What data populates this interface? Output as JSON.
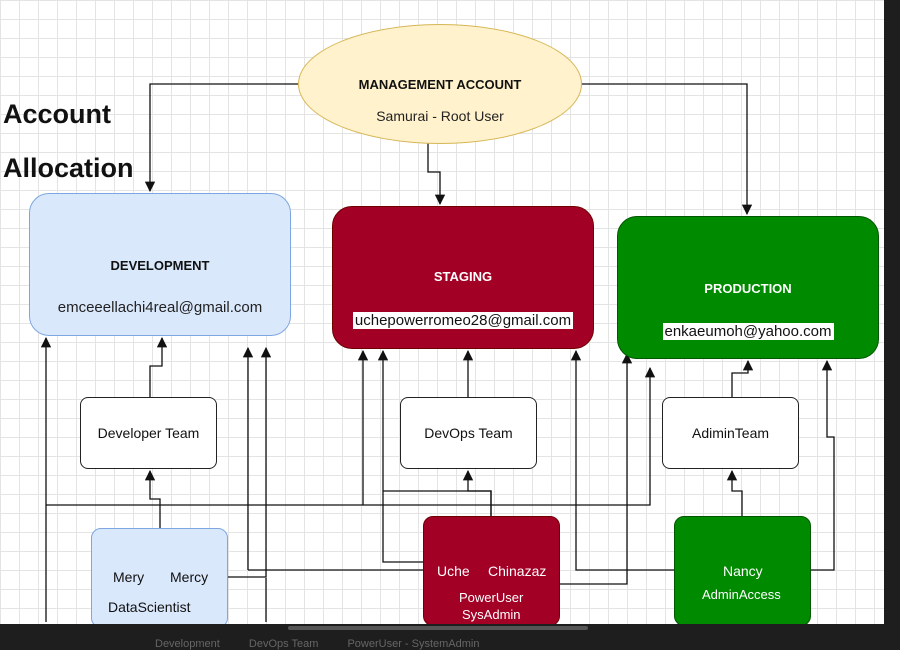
{
  "title": {
    "line1": "Account",
    "line2": "Allocation"
  },
  "management": {
    "title": "MANAGEMENT ACCOUNT",
    "subtitle": "Samurai - Root User"
  },
  "environments": {
    "development": {
      "name": "DEVELOPMENT",
      "email": "emceeellachi4real@gmail.com"
    },
    "staging": {
      "name": "STAGING",
      "email": "uchepowerromeo28@gmail.com"
    },
    "production": {
      "name": "PRODUCTION",
      "email": "enkaeumoh@yahoo.com"
    }
  },
  "teams": {
    "developer": "Developer Team",
    "devops": "DevOps Team",
    "admin": "AdiminTeam"
  },
  "users": {
    "development": {
      "user1": "Mery",
      "user2": "Mercy",
      "role": "DataScientist"
    },
    "staging": {
      "user1": "Uche",
      "user2": "Chinazaz",
      "role1": "PowerUser",
      "role2": "SysAdmin"
    },
    "production": {
      "user1": "Nancy",
      "role": "AdminAccess"
    }
  },
  "page_tabs": [
    "Development",
    "DevOps Team",
    "PowerUser - SystemAdmin"
  ],
  "colors": {
    "management_fill": "#fff2cc",
    "development_fill": "#dae8fc",
    "staging_fill": "#a20025",
    "production_fill": "#008a00"
  }
}
